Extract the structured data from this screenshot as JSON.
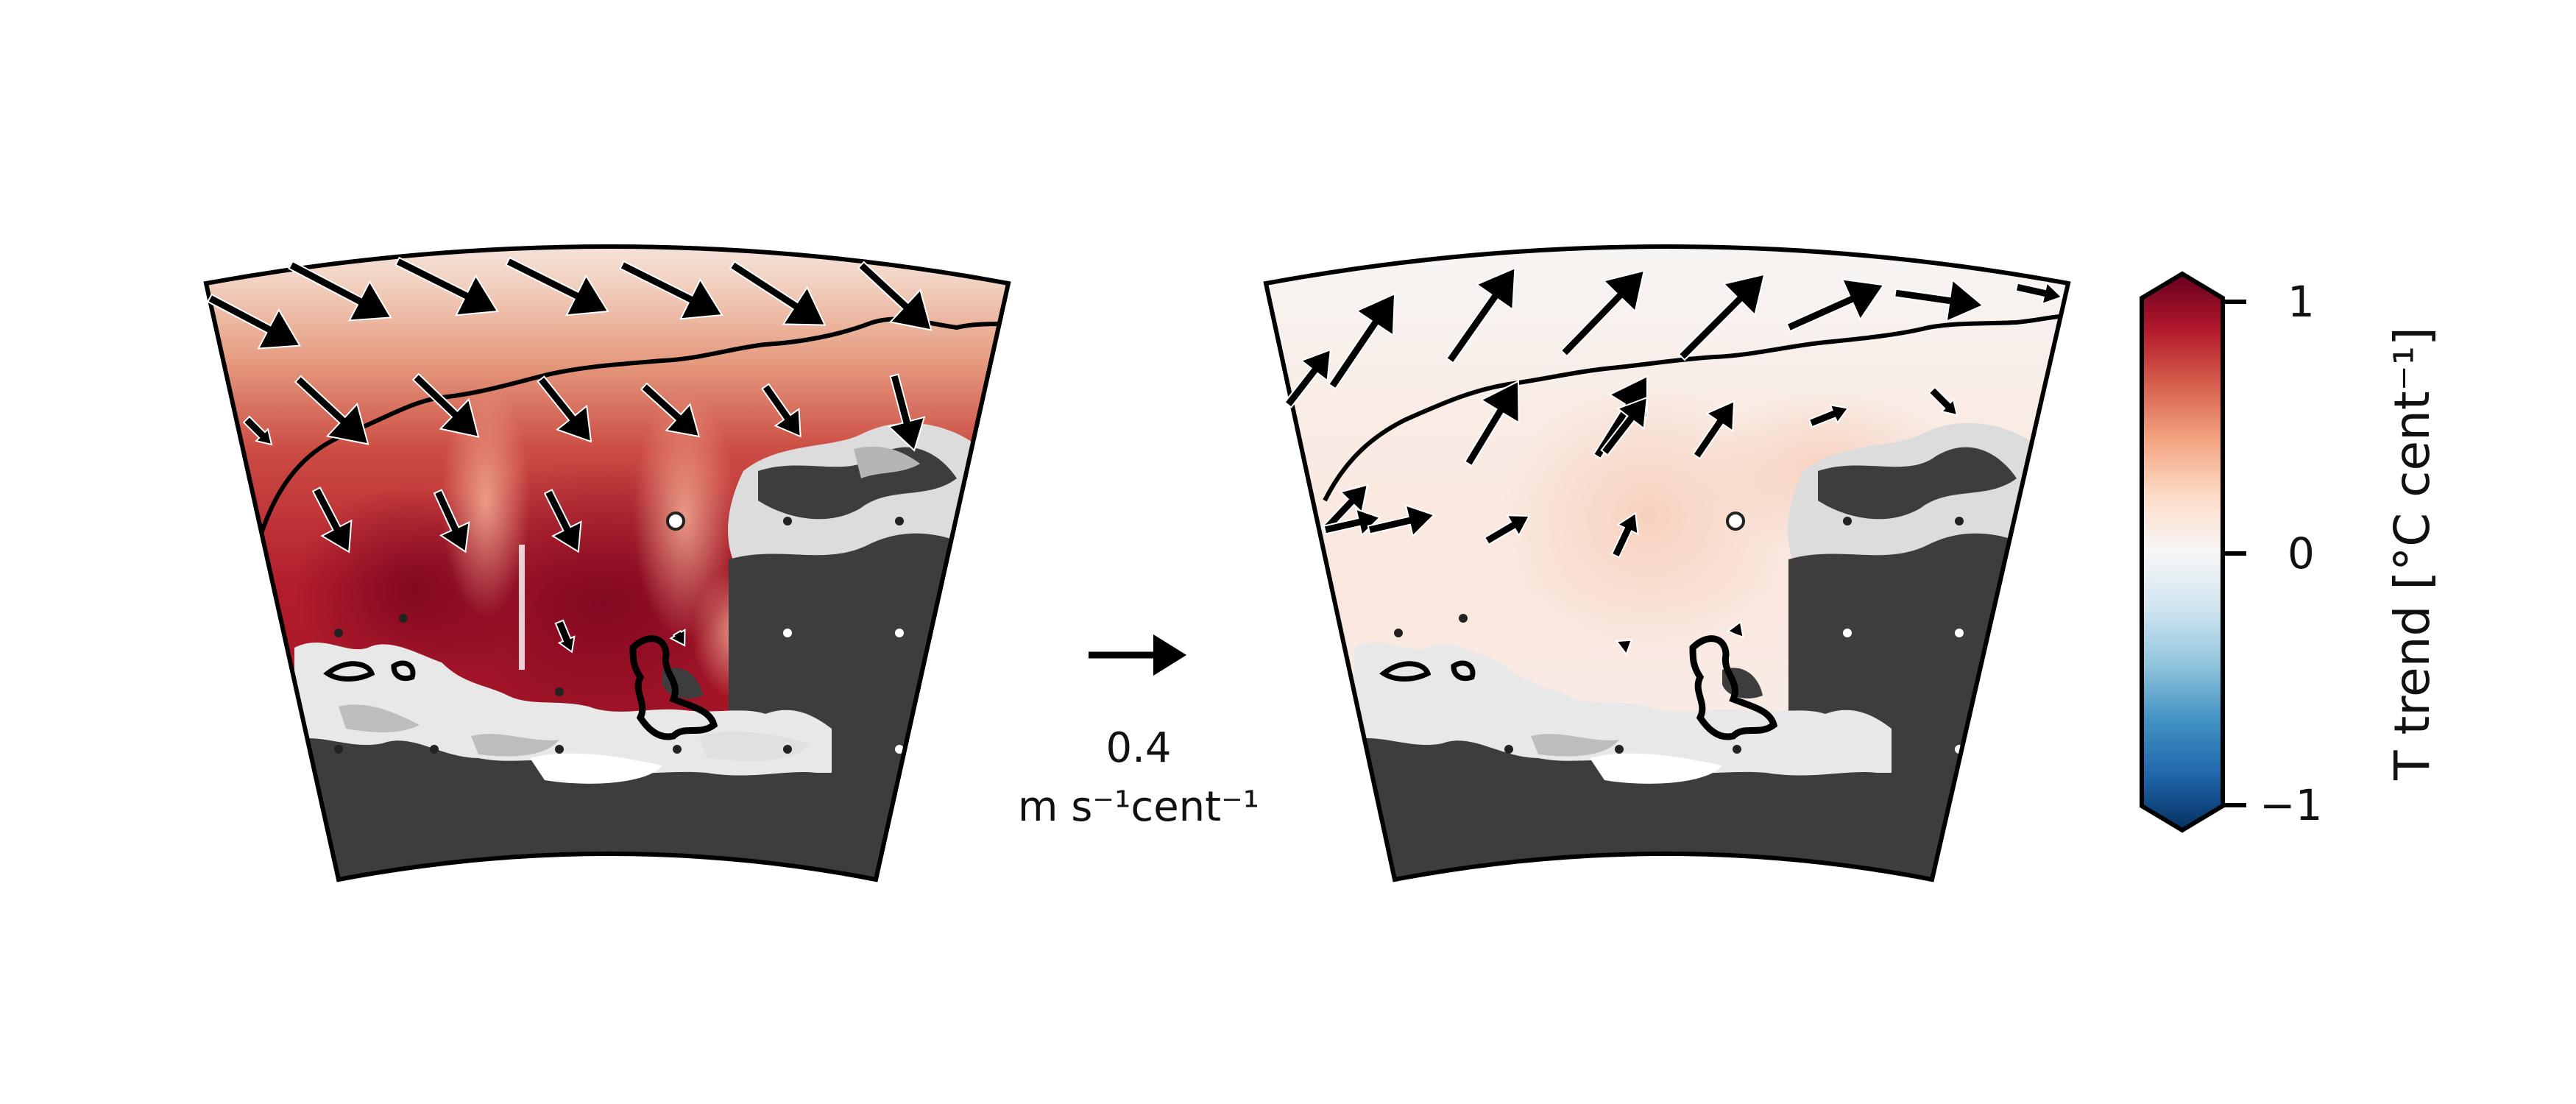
{
  "chart_data": [
    {
      "type": "heatmap",
      "panel": "left",
      "colorbar_range": [
        -1,
        1
      ],
      "warming_trend_level": 0.85,
      "vectors": [
        {
          "u": 0.36,
          "v": -0.19
        },
        {
          "u": 0.4,
          "v": -0.21
        },
        {
          "u": 0.4,
          "v": -0.2
        },
        {
          "u": 0.4,
          "v": -0.2
        },
        {
          "u": 0.4,
          "v": -0.2
        },
        {
          "u": 0.37,
          "v": -0.24
        },
        {
          "u": 0.28,
          "v": -0.26
        },
        {
          "u": 0.1,
          "v": -0.1
        },
        {
          "u": 0.28,
          "v": -0.26
        },
        {
          "u": 0.25,
          "v": -0.24
        },
        {
          "u": 0.2,
          "v": -0.25
        },
        {
          "u": 0.22,
          "v": -0.2
        },
        {
          "u": 0.14,
          "v": -0.2
        },
        {
          "u": 0.08,
          "v": -0.3
        },
        {
          "u": 0.13,
          "v": -0.25
        },
        {
          "u": 0.11,
          "v": -0.24
        },
        {
          "u": 0.12,
          "v": -0.24
        },
        {
          "u": 0.05,
          "v": -0.12
        },
        {
          "u": 0.03,
          "v": -0.05
        }
      ]
    },
    {
      "type": "heatmap",
      "panel": "right",
      "colorbar_range": [
        -1,
        1
      ],
      "warming_trend_level": 0.15,
      "vectors": [
        {
          "u": 0.17,
          "v": 0.22
        },
        {
          "u": 0.25,
          "v": 0.37
        },
        {
          "u": 0.26,
          "v": 0.37
        },
        {
          "u": 0.32,
          "v": 0.33
        },
        {
          "u": 0.33,
          "v": 0.33
        },
        {
          "u": 0.38,
          "v": 0.17
        },
        {
          "u": 0.35,
          "v": -0.05
        },
        {
          "u": 0.18,
          "v": -0.04
        },
        {
          "u": 0.17,
          "v": 0.18
        },
        {
          "u": 0.2,
          "v": 0.33
        },
        {
          "u": 0.2,
          "v": 0.32
        },
        {
          "u": 0.17,
          "v": 0.22
        },
        {
          "u": 0.15,
          "v": 0.22
        },
        {
          "u": 0.15,
          "v": 0.06
        },
        {
          "u": 0.1,
          "v": -0.1
        },
        {
          "u": 0.22,
          "v": 0.05
        },
        {
          "u": 0.26,
          "v": 0.06
        },
        {
          "u": 0.17,
          "v": 0.1
        },
        {
          "u": 0.08,
          "v": 0.17
        },
        {
          "u": 0.04,
          "v": 0.03
        },
        {
          "u": 0.02,
          "v": 0.05
        }
      ]
    }
  ],
  "reference_arrow": {
    "value": "0.4",
    "units": "m s⁻¹cent⁻¹",
    "magnitude": 0.4
  },
  "colorbar": {
    "label": "T trend [°C cent⁻¹]",
    "ticks": [
      "1",
      "0",
      "−1"
    ],
    "colormap": "RdBu_r",
    "colors": [
      "#67001f",
      "#b2182b",
      "#d6604d",
      "#f4a582",
      "#fddbc7",
      "#f7f7f7",
      "#d1e5f0",
      "#92c5de",
      "#4393c3",
      "#2166ac",
      "#053061"
    ],
    "extend": "both"
  },
  "colors": {
    "land": "#3d3d3d",
    "ice_light": "#dcdcdc",
    "ice_mid": "#b5b5b5",
    "front_line": "#000000",
    "arrow": "#000000"
  }
}
